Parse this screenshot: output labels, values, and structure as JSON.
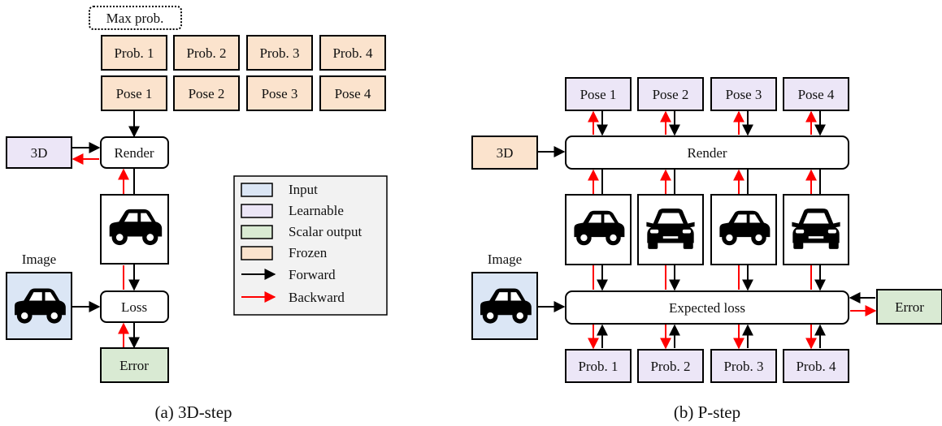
{
  "colors": {
    "input": "#dbe6f5",
    "learnable": "#ece6f7",
    "scalar_output": "#d9ead3",
    "frozen": "#fbe3cd",
    "forward": "#000000",
    "backward": "#ff0000",
    "legend_bg": "#f2f2f2"
  },
  "panel_a": {
    "caption": "(a) 3D-step",
    "max_prob": "Max prob.",
    "probs": [
      "Prob. 1",
      "Prob. 2",
      "Prob. 3",
      "Prob. 4"
    ],
    "poses": [
      "Pose 1",
      "Pose 2",
      "Pose 3",
      "Pose 4"
    ],
    "model_3d": "3D",
    "render": "Render",
    "image": "Image",
    "loss": "Loss",
    "error": "Error"
  },
  "legend": {
    "items": [
      {
        "label": "Input",
        "kind": "swatch",
        "color": "#dbe6f5"
      },
      {
        "label": "Learnable",
        "kind": "swatch",
        "color": "#ece6f7"
      },
      {
        "label": "Scalar output",
        "kind": "swatch",
        "color": "#d9ead3"
      },
      {
        "label": "Frozen",
        "kind": "swatch",
        "color": "#fbe3cd"
      },
      {
        "label": "Forward",
        "kind": "arrow",
        "color": "#000000"
      },
      {
        "label": "Backward",
        "kind": "arrow",
        "color": "#ff0000"
      }
    ]
  },
  "panel_b": {
    "caption": "(b) P-step",
    "poses": [
      "Pose 1",
      "Pose 2",
      "Pose 3",
      "Pose 4"
    ],
    "model_3d": "3D",
    "render": "Render",
    "image": "Image",
    "expected_loss": "Expected loss",
    "error": "Error",
    "probs": [
      "Prob. 1",
      "Prob. 2",
      "Prob. 3",
      "Prob. 4"
    ],
    "renders": [
      {
        "icon": "car-side-icon"
      },
      {
        "icon": "car-front-icon"
      },
      {
        "icon": "car-side-icon"
      },
      {
        "icon": "car-front-icon"
      }
    ]
  }
}
